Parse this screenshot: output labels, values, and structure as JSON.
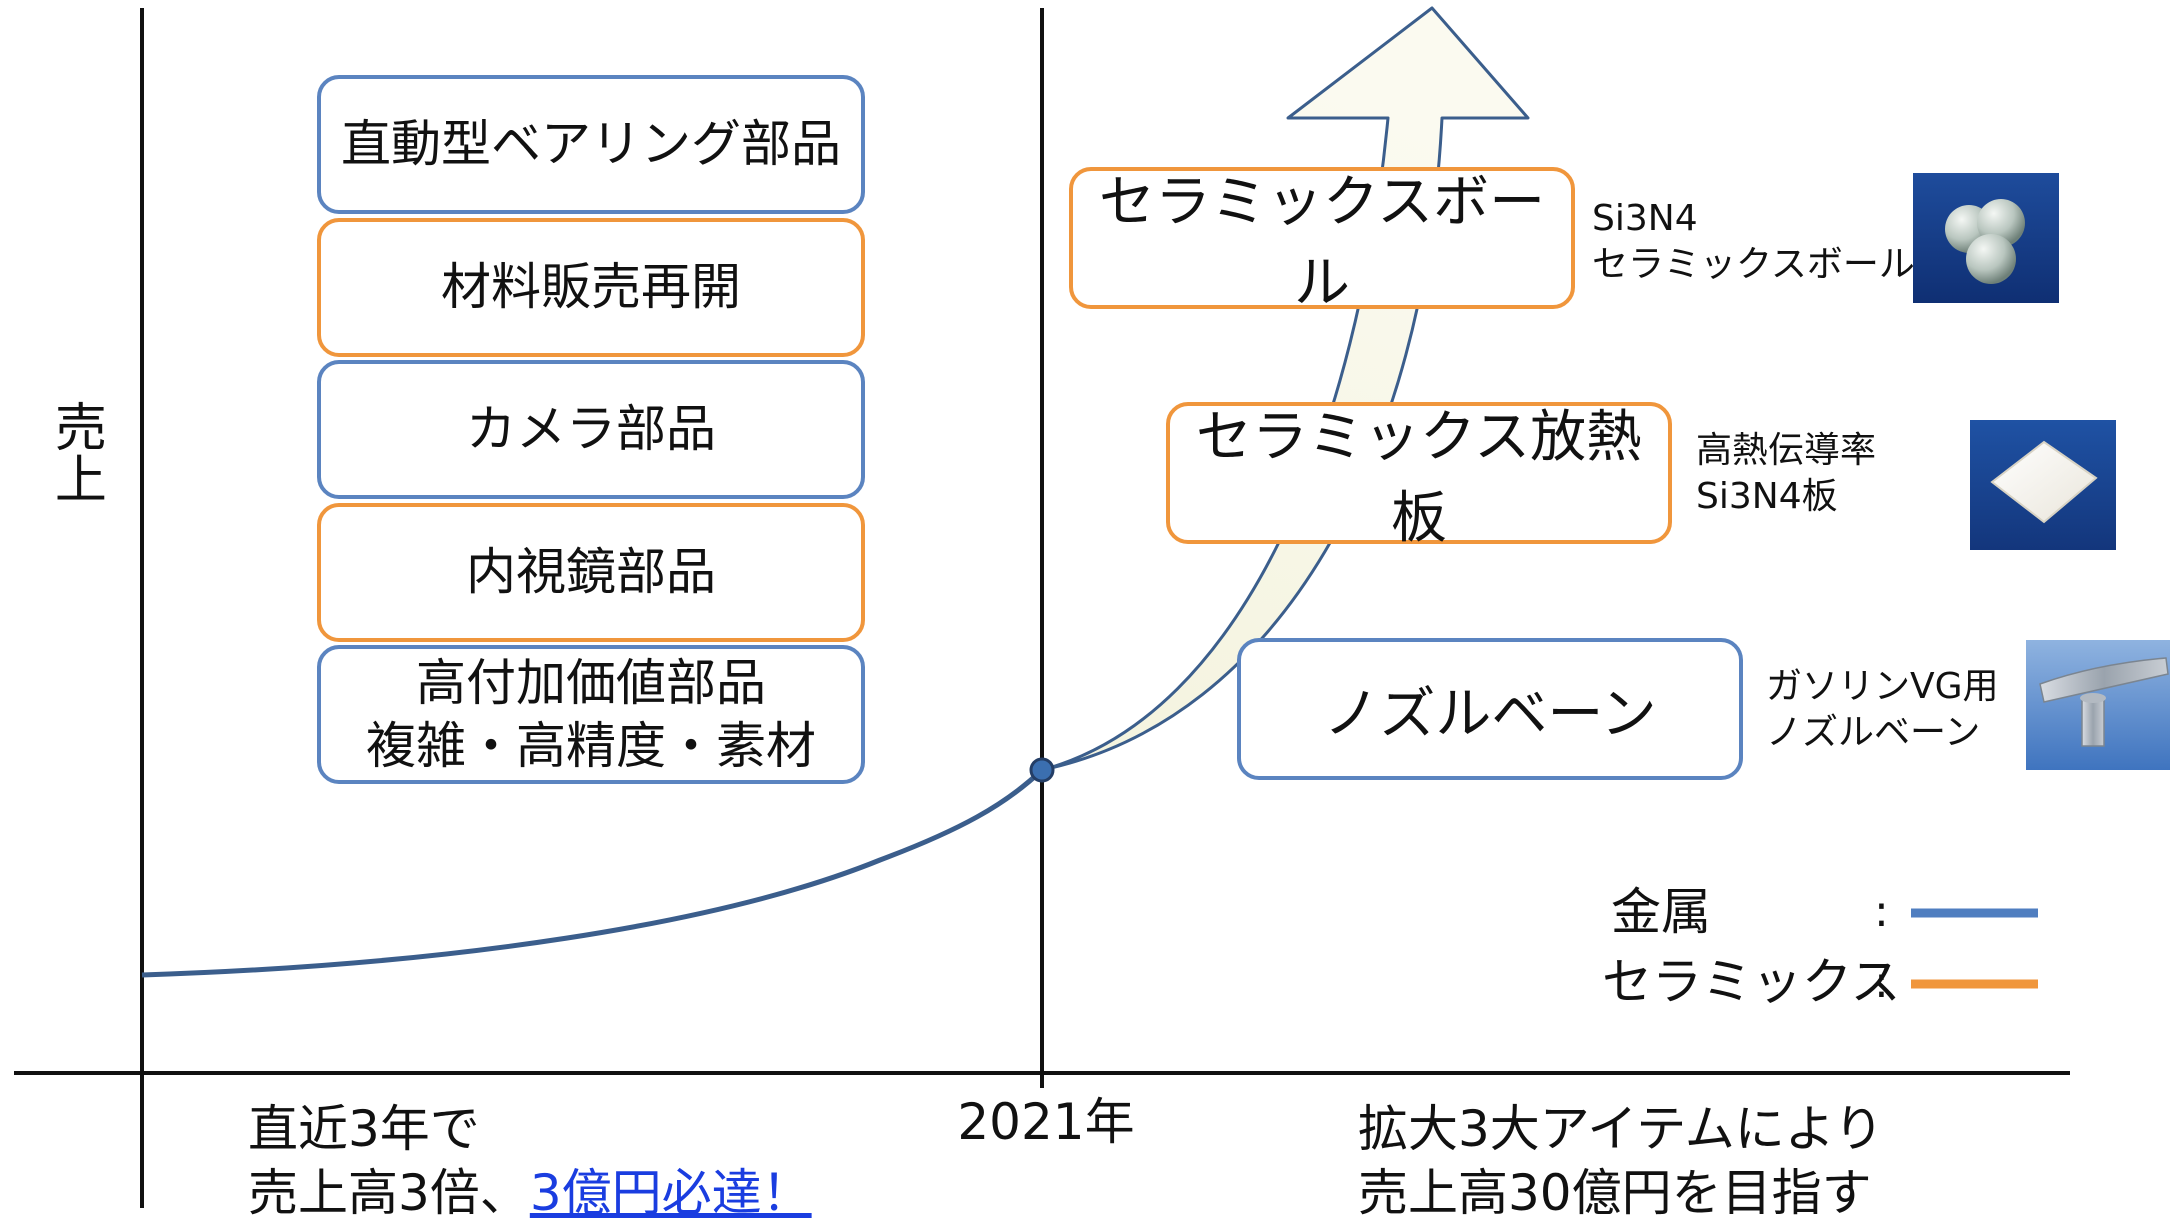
{
  "axis": {
    "y_label": "売上",
    "x_marker": "2021年"
  },
  "left_boxes": [
    {
      "text": "直動型ベアリング部品",
      "type": "metal"
    },
    {
      "text": "材料販売再開",
      "type": "ceramic"
    },
    {
      "text": "カメラ部品",
      "type": "metal"
    },
    {
      "text": "内視鏡部品",
      "type": "ceramic"
    },
    {
      "line1": "高付加価値部品",
      "line2": "複雑・高精度・素材",
      "type": "metal"
    }
  ],
  "right_items": [
    {
      "label": "セラミックスボール",
      "type": "ceramic",
      "note_line1": "Si3N4",
      "note_line2": "セラミックスボール",
      "photo": "ceramic-balls"
    },
    {
      "label": "セラミックス放熱板",
      "type": "ceramic",
      "note_line1": "高熱伝導率",
      "note_line2": "Si3N4板",
      "photo": "heat-sink-plate"
    },
    {
      "label": "ノズルベーン",
      "type": "metal",
      "note_line1": "ガソリンVG用",
      "note_line2": "ノズルベーン",
      "photo": "nozzle-vane"
    }
  ],
  "legend": {
    "metal": {
      "label": "金属",
      "sep": ":",
      "color": "#4f7ec0"
    },
    "ceramic": {
      "label": "セラミックス",
      "sep": ":",
      "color": "#f0963c"
    }
  },
  "bottom_left": {
    "line1": "直近3年で",
    "line2_prefix": "売上高3倍、",
    "line2_link": "3億円必達！"
  },
  "bottom_right": {
    "line1": "拡大3大アイテムにより",
    "line2": "売上高30億円を目指す"
  },
  "colors": {
    "curve": "#3b5e8c",
    "arrow_fill": "#f7f6e2",
    "arrow_stroke": "#3b5e8c"
  }
}
